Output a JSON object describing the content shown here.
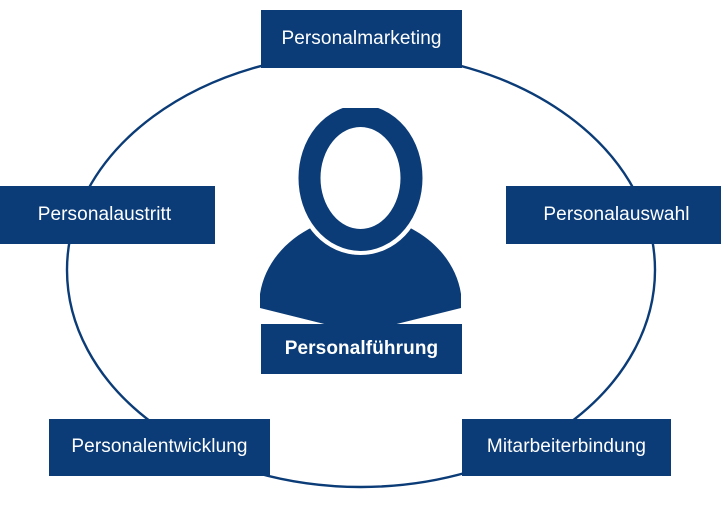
{
  "diagram": {
    "title_center": "Personalführung",
    "accent_color": "#0b3c77",
    "background_color": "#ffffff",
    "text_color": "#ffffff",
    "ring_shape": "ellipse",
    "center_icon": "person-icon",
    "nodes": [
      {
        "id": "top",
        "label": "Personalmarketing",
        "position": "top"
      },
      {
        "id": "right",
        "label": "Personalauswahl",
        "position": "right"
      },
      {
        "id": "bottom_right",
        "label": "Mitarbeiterbindung",
        "position": "bottom-right"
      },
      {
        "id": "bottom_left",
        "label": "Personalentwicklung",
        "position": "bottom-left"
      },
      {
        "id": "left",
        "label": "Personalaustritt",
        "position": "left"
      },
      {
        "id": "center",
        "label": "Personalführung",
        "position": "center",
        "emphasis": "bold"
      }
    ]
  }
}
